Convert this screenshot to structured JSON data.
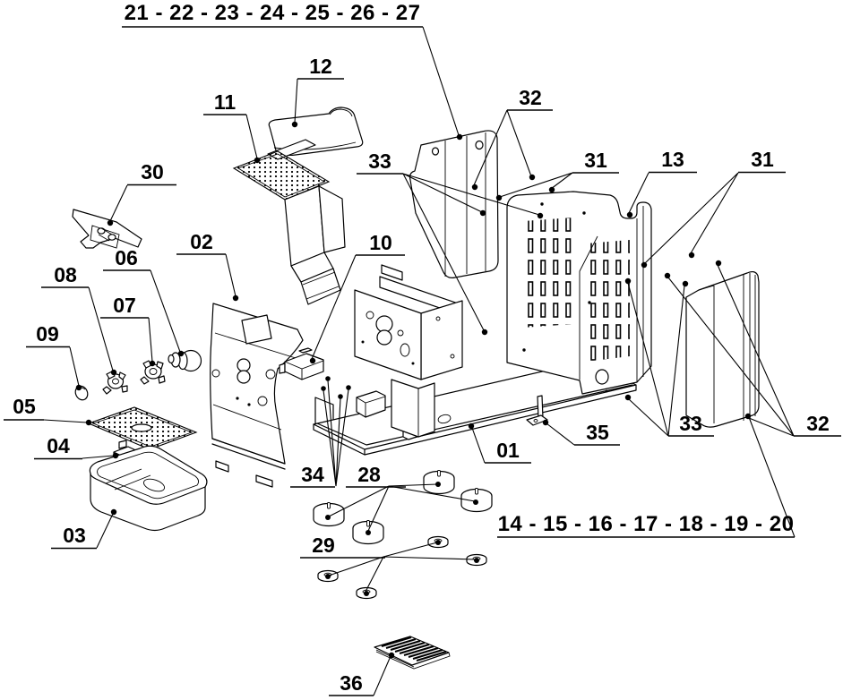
{
  "figure": {
    "background_color": "#ffffff",
    "line_color": "#000000"
  },
  "labels": {
    "group_top": "21 - 22 - 23 - 24 - 25 - 26 - 27",
    "group_bottom": "14 - 15 - 16 - 17 - 18 - 19 - 20",
    "p01": "01",
    "p02": "02",
    "p03": "03",
    "p04": "04",
    "p05": "05",
    "p06": "06",
    "p07": "07",
    "p08": "08",
    "p09": "09",
    "p10": "10",
    "p11": "11",
    "p12": "12",
    "p13": "13",
    "p28": "28",
    "p29": "29",
    "p30": "30",
    "p31": "31",
    "p32": "32",
    "p33": "33",
    "p34": "34",
    "p35": "35",
    "p36": "36"
  }
}
